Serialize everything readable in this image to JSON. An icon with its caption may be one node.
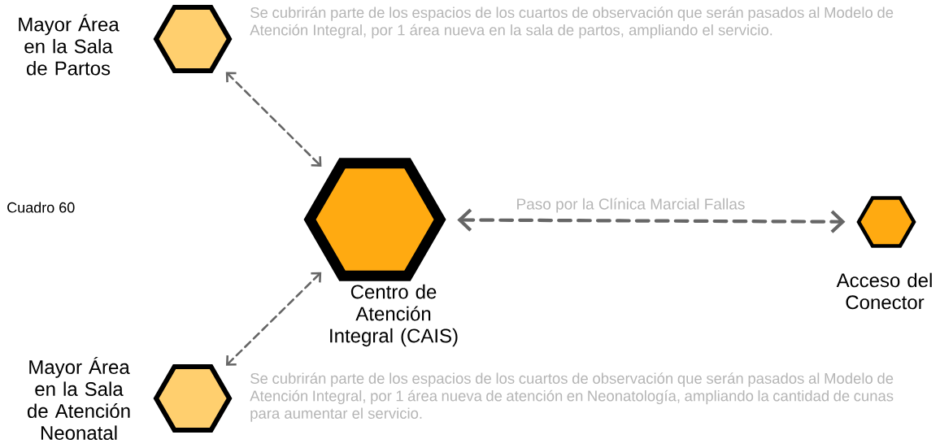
{
  "diagram": {
    "nodes": [
      {
        "text": [
          "Mayor Área en la Sala de Partos"
        ],
        "beside": [
          "Se cubrirán parte de los espacios de los cuartos de observación que serán pasados al Modelo de Atención Integral, por 1 área nueva en la sala de partos, ampliando el servicio."
        ]
      },
      {
        "text": [
          "Centro de Atención Integral (CAIS)"
        ]
      },
      {
        "text": [
          "Acceso del Conector"
        ]
      },
      {
        "text": [
          "Mayor Área en la Sala de Atención Neonatal"
        ],
        "beside": [
          "Se cubrirán parte de los espacios de los cuartos de observación que serán pasados al Modelo de Atención Integral, por 1 área nueva de atención en Neonatología, ampliando la cantidad de cunas para aumentar el servicio."
        ]
      }
    ],
    "edges": [
      {
        "from": 0,
        "to": 1,
        "arrow": "both",
        "style": "dashed"
      },
      {
        "from": 3,
        "to": 1,
        "arrow": "both",
        "style": "dashed"
      },
      {
        "from": 1,
        "to": 2,
        "arrow": "both",
        "style": "dashed",
        "label": "Paso por la Clínica Marcial Fallas"
      }
    ],
    "labels": [
      "Cuadro 60"
    ]
  }
}
